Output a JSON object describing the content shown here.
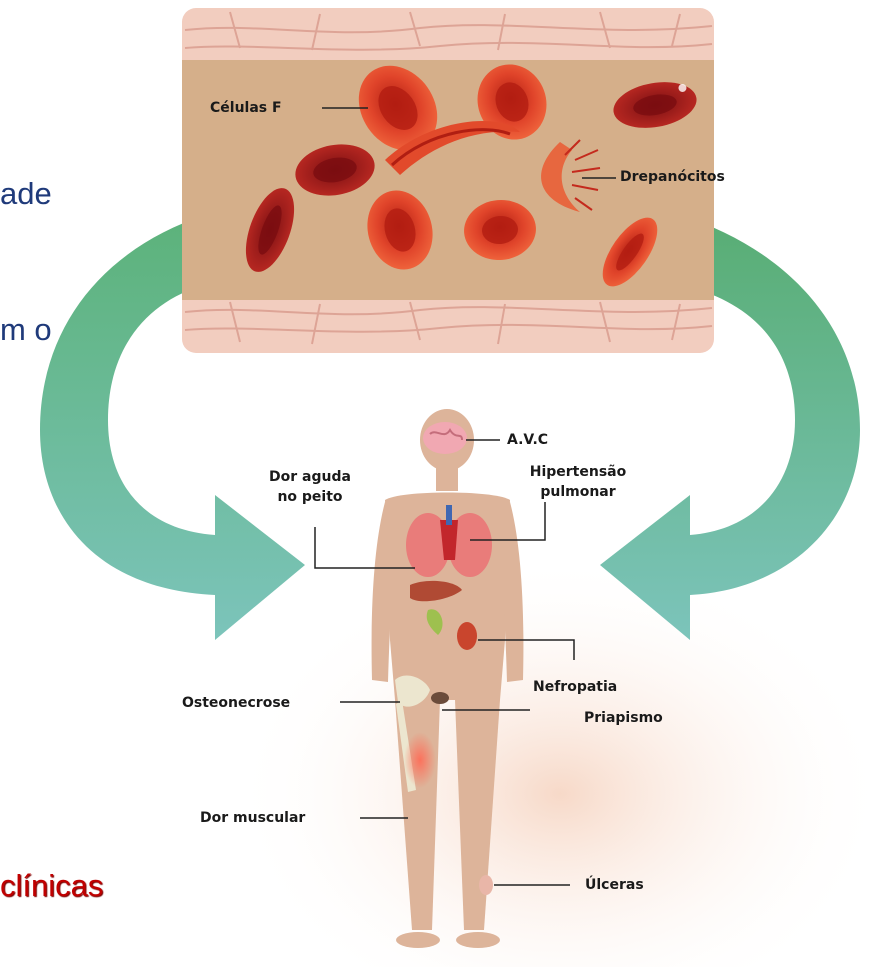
{
  "background_text": {
    "line1": "ade",
    "line2": "m o",
    "line3": "clínicas"
  },
  "vessel": {
    "label_celulas_f": "Células F",
    "label_drepanocitos": "Drepanócitos"
  },
  "body_labels": {
    "avc": "A.V.C",
    "hipertensao_line1": "Hipertensão",
    "hipertensao_line2": "pulmonar",
    "dor_aguda_line1": "Dor aguda",
    "dor_aguda_line2": "no peito",
    "nefropatia": "Nefropatia",
    "priapismo": "Priapismo",
    "osteonecrose": "Osteonecrose",
    "dor_muscular": "Dor muscular",
    "ulceras": "Úlceras"
  },
  "colors": {
    "vessel_wall": "#f0c7b7",
    "vessel_lumen": "#d9b48f",
    "red_cell": "#e3462a",
    "arrow_top": "#5fb87e",
    "arrow_bottom": "#6fbfb0",
    "body_skin": "#ddb49a"
  }
}
